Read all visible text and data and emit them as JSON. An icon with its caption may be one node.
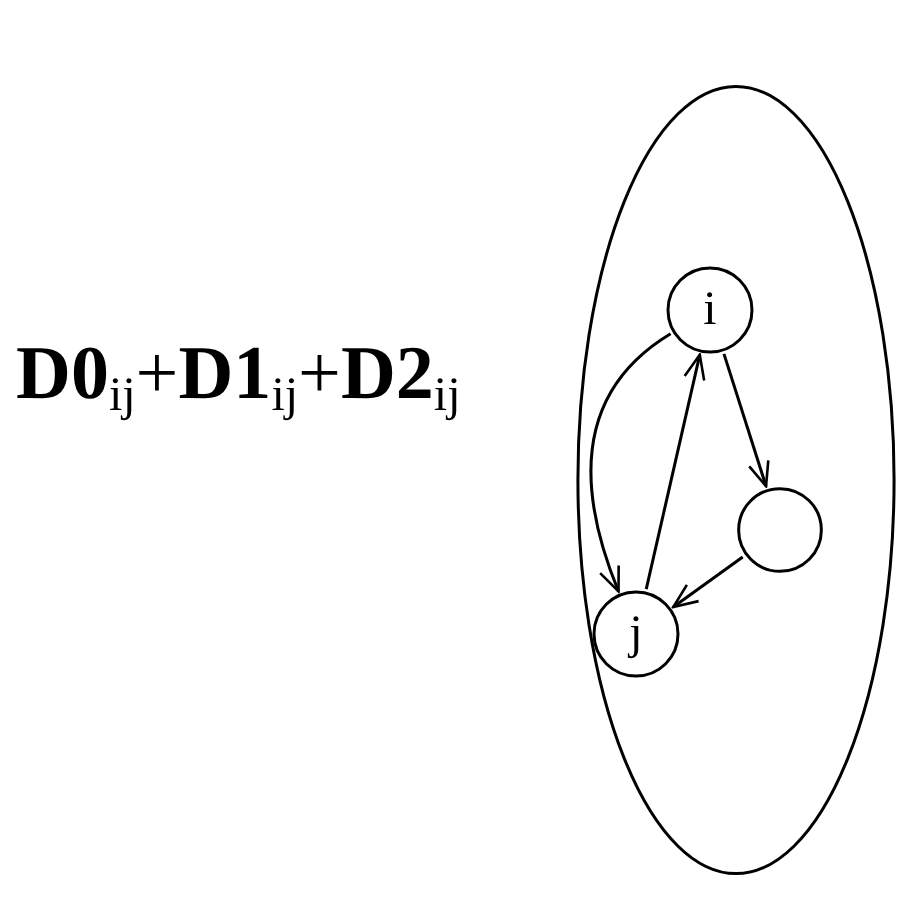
{
  "diagram": {
    "nodes": [
      {
        "text": [],
        "shape": "ellipse"
      },
      {
        "text": [
          "i"
        ],
        "in": 0
      },
      {
        "text": [],
        "shape": "circle",
        "in": 0
      },
      {
        "text": [
          "j"
        ],
        "in": 0
      }
    ],
    "edges": [
      {
        "from": 1,
        "to": 3,
        "arrow": "to"
      },
      {
        "from": 3,
        "to": 1,
        "arrow": "to"
      },
      {
        "from": 1,
        "to": 2,
        "arrow": "to"
      },
      {
        "from": 2,
        "to": 3,
        "arrow": "to"
      }
    ],
    "labels": [
      "**D0**$_{ij}$+**D1**$_{ij}$+**D2**$_{ij}$"
    ]
  }
}
